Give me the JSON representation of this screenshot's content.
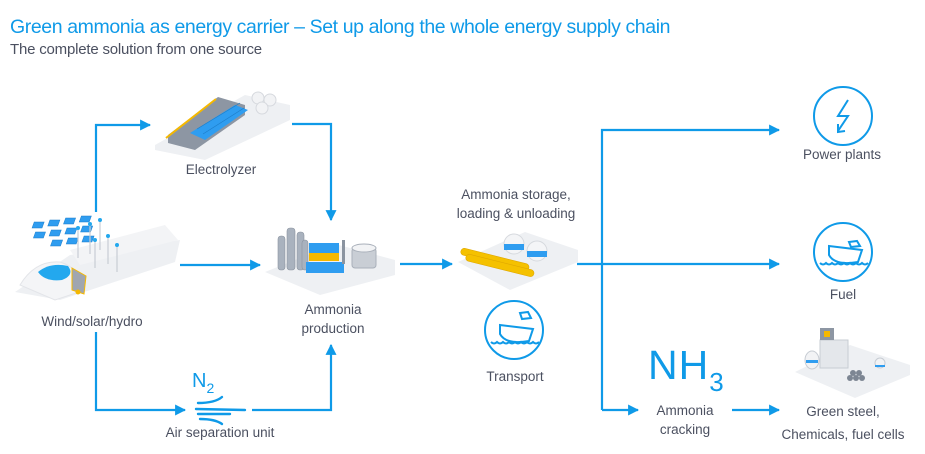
{
  "header": {
    "title": "Green ammonia as energy carrier – Set up along the whole energy supply chain",
    "subtitle": "The complete solution from one source"
  },
  "colors": {
    "accent": "#0f9ae8",
    "text": "#4b5060",
    "highlight": "#f5b800"
  },
  "nodes": {
    "renewables": {
      "label": "Wind/solar/hydro",
      "icon": "renewables-illustration"
    },
    "electrolyzer": {
      "label": "Electrolyzer",
      "icon": "electrolyzer-illustration"
    },
    "air_separation": {
      "label": "Air separation unit",
      "formula": "N",
      "formula_sub": "2",
      "icon": "air-flow-icon"
    },
    "ammonia_production": {
      "label_line1": "Ammonia",
      "label_line2": "production",
      "icon": "ammonia-plant-illustration"
    },
    "storage": {
      "label_line1": "Ammonia storage,",
      "label_line2": "loading & unloading",
      "icon": "storage-tanks-illustration"
    },
    "transport": {
      "label": "Transport",
      "icon": "ship-icon"
    },
    "power_plants": {
      "label": "Power plants",
      "icon": "lightning-icon"
    },
    "fuel": {
      "label": "Fuel",
      "icon": "ship-icon"
    },
    "cracking": {
      "label_line1": "Ammonia",
      "label_line2": "cracking",
      "formula": "NH",
      "formula_sub": "3"
    },
    "industry": {
      "label_line1": "Green steel,",
      "label_line2": "Chemicals, fuel cells",
      "icon": "industry-illustration"
    }
  },
  "edges": [
    {
      "from": "renewables",
      "to": "electrolyzer"
    },
    {
      "from": "renewables",
      "to": "ammonia_production"
    },
    {
      "from": "renewables",
      "to": "air_separation"
    },
    {
      "from": "electrolyzer",
      "to": "ammonia_production"
    },
    {
      "from": "air_separation",
      "to": "ammonia_production"
    },
    {
      "from": "ammonia_production",
      "to": "storage"
    },
    {
      "from": "storage",
      "to": "power_plants"
    },
    {
      "from": "storage",
      "to": "fuel"
    },
    {
      "from": "storage",
      "to": "cracking"
    },
    {
      "from": "cracking",
      "to": "industry"
    }
  ]
}
